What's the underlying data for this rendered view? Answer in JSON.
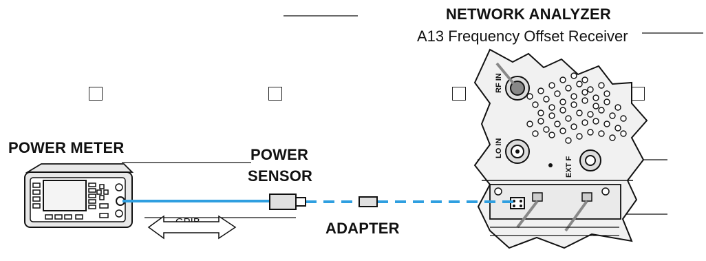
{
  "analyzer": {
    "title": "NETWORK ANALYZER",
    "subtitle": "A13 Frequency Offset Receiver",
    "port_rf_in": "RF IN",
    "port_lo_in": "LO IN",
    "port_ext_f": "EXT F"
  },
  "power_meter": {
    "label": "POWER METER"
  },
  "power_sensor": {
    "label_line1": "POWER",
    "label_line2": "SENSOR"
  },
  "adapter": {
    "label": "ADAPTER"
  },
  "bus": {
    "label": "GPIB"
  },
  "colors": {
    "cable": "#2f9fe0",
    "outline": "#1a1a1a",
    "panel": "#f0f0f0"
  },
  "icons": [
    "power-meter-icon",
    "power-sensor-icon",
    "adapter-icon",
    "network-analyzer-panel-icon",
    "gpib-arrow-icon"
  ]
}
